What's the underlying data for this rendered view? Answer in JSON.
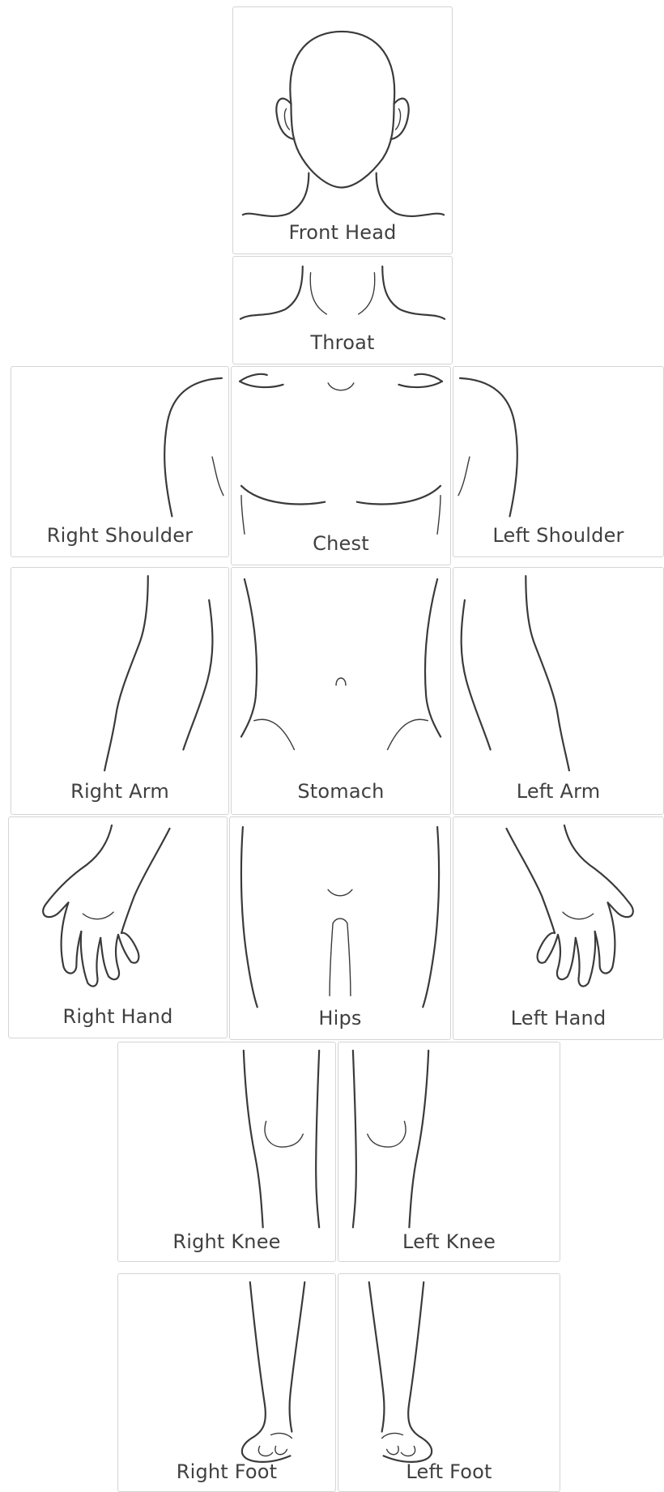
{
  "body_map": {
    "front_head": "Front Head",
    "throat": "Throat",
    "right_shoulder": "Right Shoulder",
    "chest": "Chest",
    "left_shoulder": "Left Shoulder",
    "right_arm": "Right Arm",
    "stomach": "Stomach",
    "left_arm": "Left Arm",
    "right_hand": "Right Hand",
    "hips": "Hips",
    "left_hand": "Left Hand",
    "right_knee": "Right Knee",
    "left_knee": "Left Knee",
    "right_foot": "Right Foot",
    "left_foot": "Left Foot"
  },
  "colors": {
    "outline": "#3a3a3a",
    "tile_border": "#d4d4d4",
    "label_text": "#404040"
  }
}
